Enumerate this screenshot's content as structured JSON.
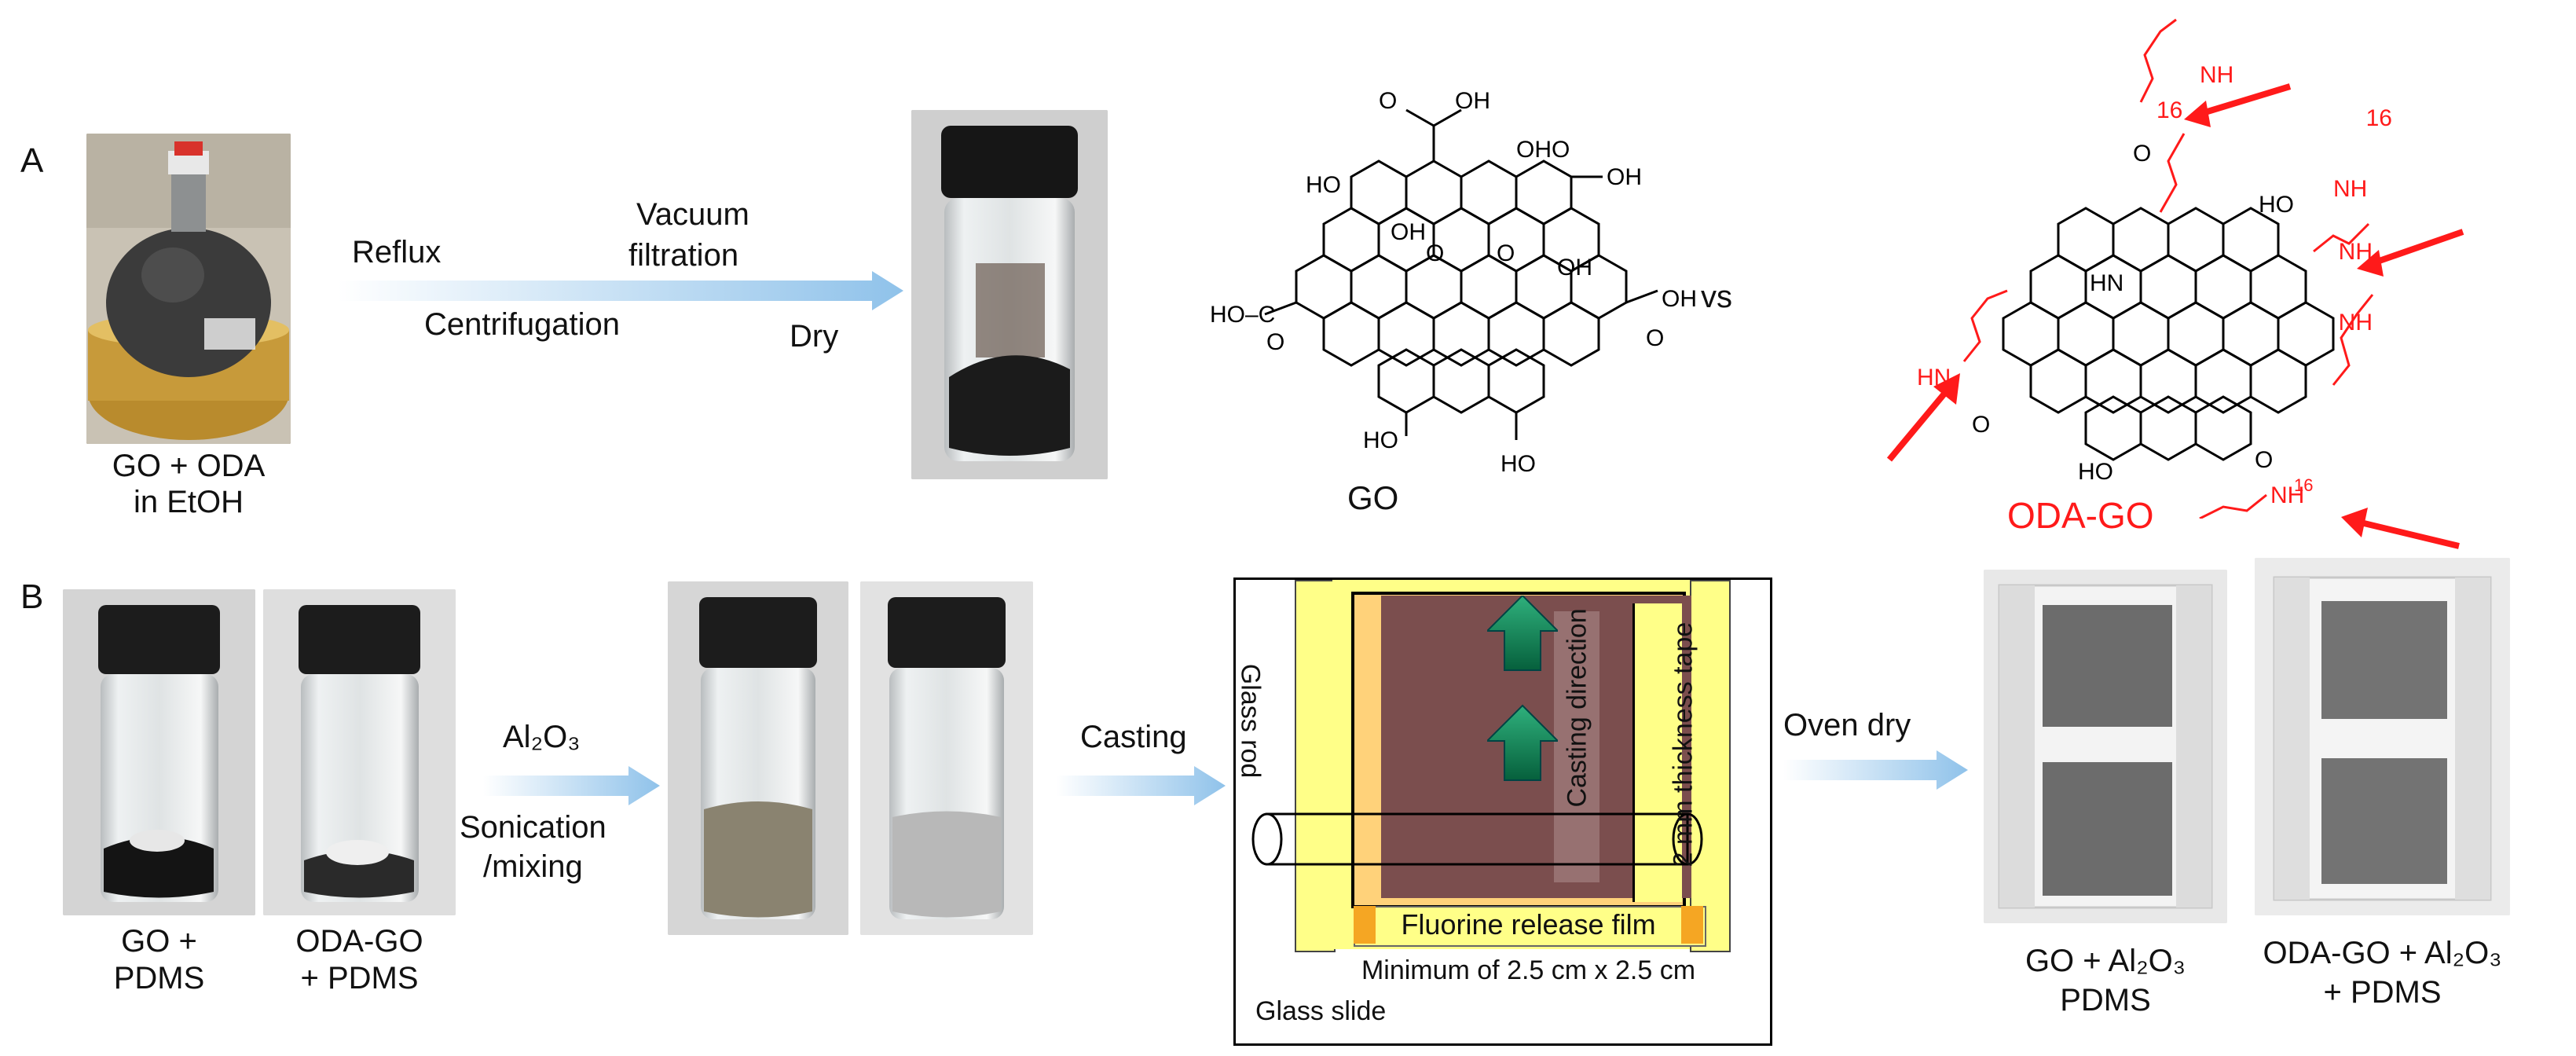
{
  "panels": {
    "a": "A",
    "b": "B"
  },
  "row_a": {
    "flask_caption_l1": "GO + ODA",
    "flask_caption_l2": "in EtOH",
    "step_reflux": "Reflux",
    "step_vacuum_l1": "Vacuum",
    "step_vacuum_l2": "filtration",
    "step_centrifugation": "Centrifugation",
    "step_dry": "Dry",
    "go_label": "GO",
    "vs": "vs",
    "odago_label": "ODA-GO",
    "subscript_16": "16",
    "groups": {
      "oh": "OH",
      "ho": "HO",
      "o": "O",
      "ohho": "OHO",
      "nh": "NH",
      "hn": "HN",
      "hooc": "HO–C",
      "hn_left": "HN"
    }
  },
  "row_b": {
    "vial1_caption_l1": "GO +",
    "vial1_caption_l2": "PDMS",
    "vial2_caption_l1": "ODA-GO",
    "vial2_caption_l2": "+ PDMS",
    "al2o3": "Al₂O₃",
    "sonication_l1": "Sonication",
    "sonication_l2": "/mixing",
    "casting": "Casting",
    "glass_rod": "Glass rod",
    "casting_direction": "Casting direction",
    "tape": "2 mm thickness tape",
    "fluorine_film": "Fluorine release film",
    "minimum": "Minimum  of 2.5 cm x 2.5  cm",
    "glass_slide": "Glass slide",
    "oven_dry": "Oven dry",
    "sample1_l1": "GO + Al₂O₃",
    "sample1_l2": "PDMS",
    "sample2_l1": "ODA-GO + Al₂O₃",
    "sample2_l2": "+ PDMS"
  },
  "colors": {
    "arrow_blue": "#9cc9ec",
    "accent_red": "#ff1a1a",
    "film_brown": "#7b4e4e",
    "tape_yellow": "#ffff88",
    "arrow_green": "#0c8a5a",
    "vial_cap": "#1c1c1c"
  }
}
